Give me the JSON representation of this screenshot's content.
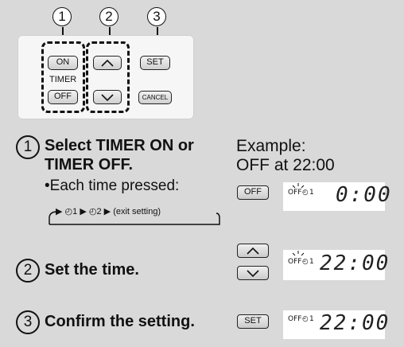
{
  "callouts": [
    "1",
    "2",
    "3"
  ],
  "remote": {
    "on_label": "ON",
    "off_label": "OFF",
    "timer_label": "TIMER",
    "set_label": "SET",
    "cancel_label": "CANCEL"
  },
  "step1": {
    "num": "1",
    "title_line1": "Select TIMER ON or",
    "title_line2": "TIMER OFF.",
    "each_time": "•Each time pressed:",
    "cycle_t1": "1",
    "cycle_t2": "2",
    "cycle_exit": "(exit setting)"
  },
  "example": {
    "line1": "Example:",
    "line2": "OFF at 22:00",
    "off_button": "OFF",
    "display1_label": "OFF",
    "display1_timer": "1",
    "display1_time": "0:00",
    "display2_label": "OFF",
    "display2_timer": "1",
    "display2_time": "22:00",
    "display3_label": "OFF",
    "display3_timer": "1",
    "display3_time": "22:00",
    "set_button": "SET"
  },
  "step2": {
    "num": "2",
    "title": "Set the time."
  },
  "step3": {
    "num": "3",
    "title": "Confirm the setting."
  },
  "icons": [
    "clock-icon",
    "arrow-right-icon",
    "up-arrow-icon",
    "down-arrow-icon",
    "blink-icon"
  ],
  "colors": {
    "background": "#d9d9d9",
    "panel": "#f6f6f6",
    "text": "#111111"
  }
}
